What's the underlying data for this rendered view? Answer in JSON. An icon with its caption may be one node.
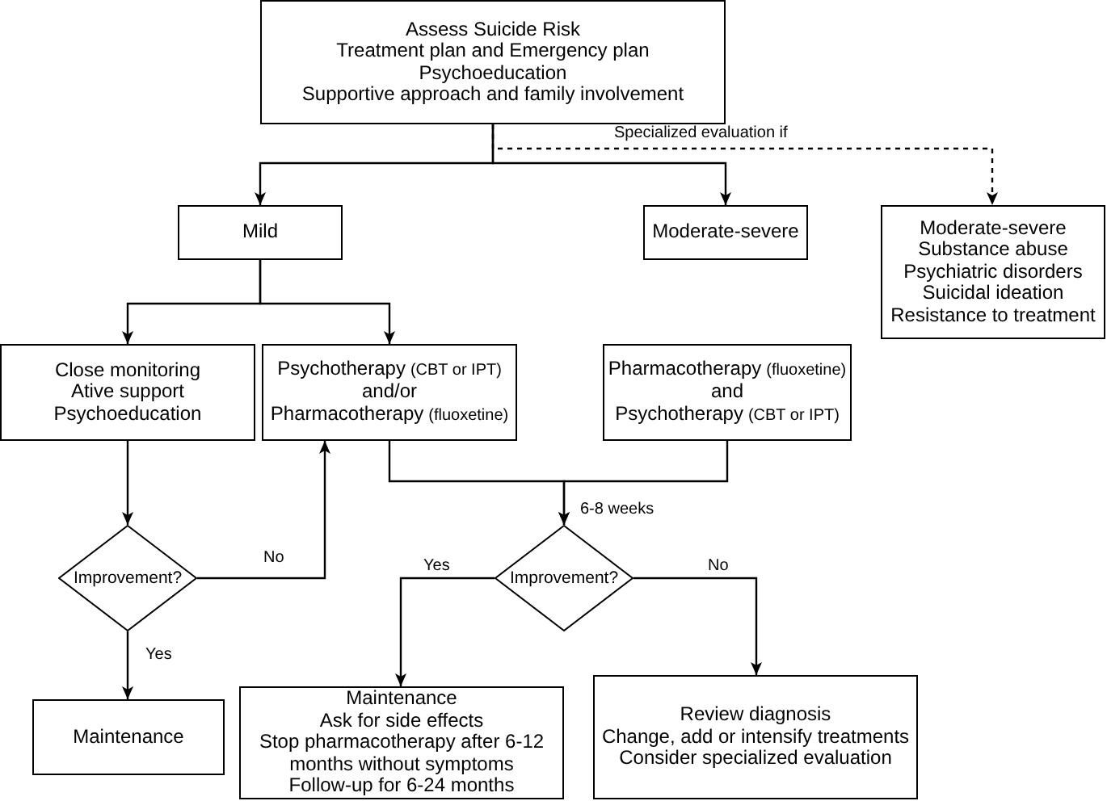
{
  "diagram": {
    "nodes": [
      {
        "text": [
          "Assess Suicide Risk",
          "Treatment plan and Emergency plan",
          "Psychoeducation",
          "Supportive approach and family involvement"
        ]
      },
      {
        "text": [
          "Mild"
        ]
      },
      {
        "text": [
          "Moderate-severe"
        ]
      },
      {
        "text": [
          "Moderate-severe",
          "Substance abuse",
          "Psychiatric disorders",
          "Suicidal ideation",
          "Resistance to treatment"
        ]
      },
      {
        "text": [
          "Close monitoring",
          "Ative support",
          "Psychoeducation"
        ]
      },
      {
        "text": [
          "Psychotherapy",
          "(CBT or IPT)",
          "and/or",
          "Pharmacotherapy",
          "(fluoxetine)"
        ]
      },
      {
        "text": [
          "Pharmacotherapy",
          "(fluoxetine)",
          "and",
          "Psychotherapy",
          "(CBT or IPT)"
        ]
      },
      {
        "text": [
          "Improvement?"
        ]
      },
      {
        "text": [
          "Improvement?"
        ]
      },
      {
        "text": [
          "Maintenance"
        ]
      },
      {
        "text": [
          "Maintenance",
          "Ask for side effects",
          "Stop pharmacotherapy after 6-12 months without symptoms",
          "Follow-up for 6-24 months"
        ]
      },
      {
        "text": [
          "Review diagnosis",
          "Change, add or intensify treatments",
          "Consider specialized evaluation"
        ]
      }
    ],
    "edges": [
      {
        "from": 0,
        "to": 1,
        "arrow": "to"
      },
      {
        "from": 0,
        "to": 2,
        "arrow": "to"
      },
      {
        "from": 0,
        "to": 3,
        "arrow": "to",
        "label": "Specialized evaluation if",
        "style": "dashed"
      },
      {
        "from": 1,
        "to": 4,
        "arrow": "to"
      },
      {
        "from": 1,
        "to": 5,
        "arrow": "to"
      },
      {
        "from": 4,
        "to": 7,
        "arrow": "to"
      },
      {
        "from": 7,
        "to": 5,
        "arrow": "to",
        "label": "No"
      },
      {
        "from": 7,
        "to": 9,
        "arrow": "to",
        "label": "Yes"
      },
      {
        "from": 5,
        "to": 8,
        "arrow": "to",
        "label": "6-8 weeks"
      },
      {
        "from": 6,
        "to": 8,
        "arrow": "to"
      },
      {
        "from": 8,
        "to": 10,
        "arrow": "to",
        "label": "Yes"
      },
      {
        "from": 8,
        "to": 11,
        "arrow": "to",
        "label": "No"
      }
    ]
  }
}
